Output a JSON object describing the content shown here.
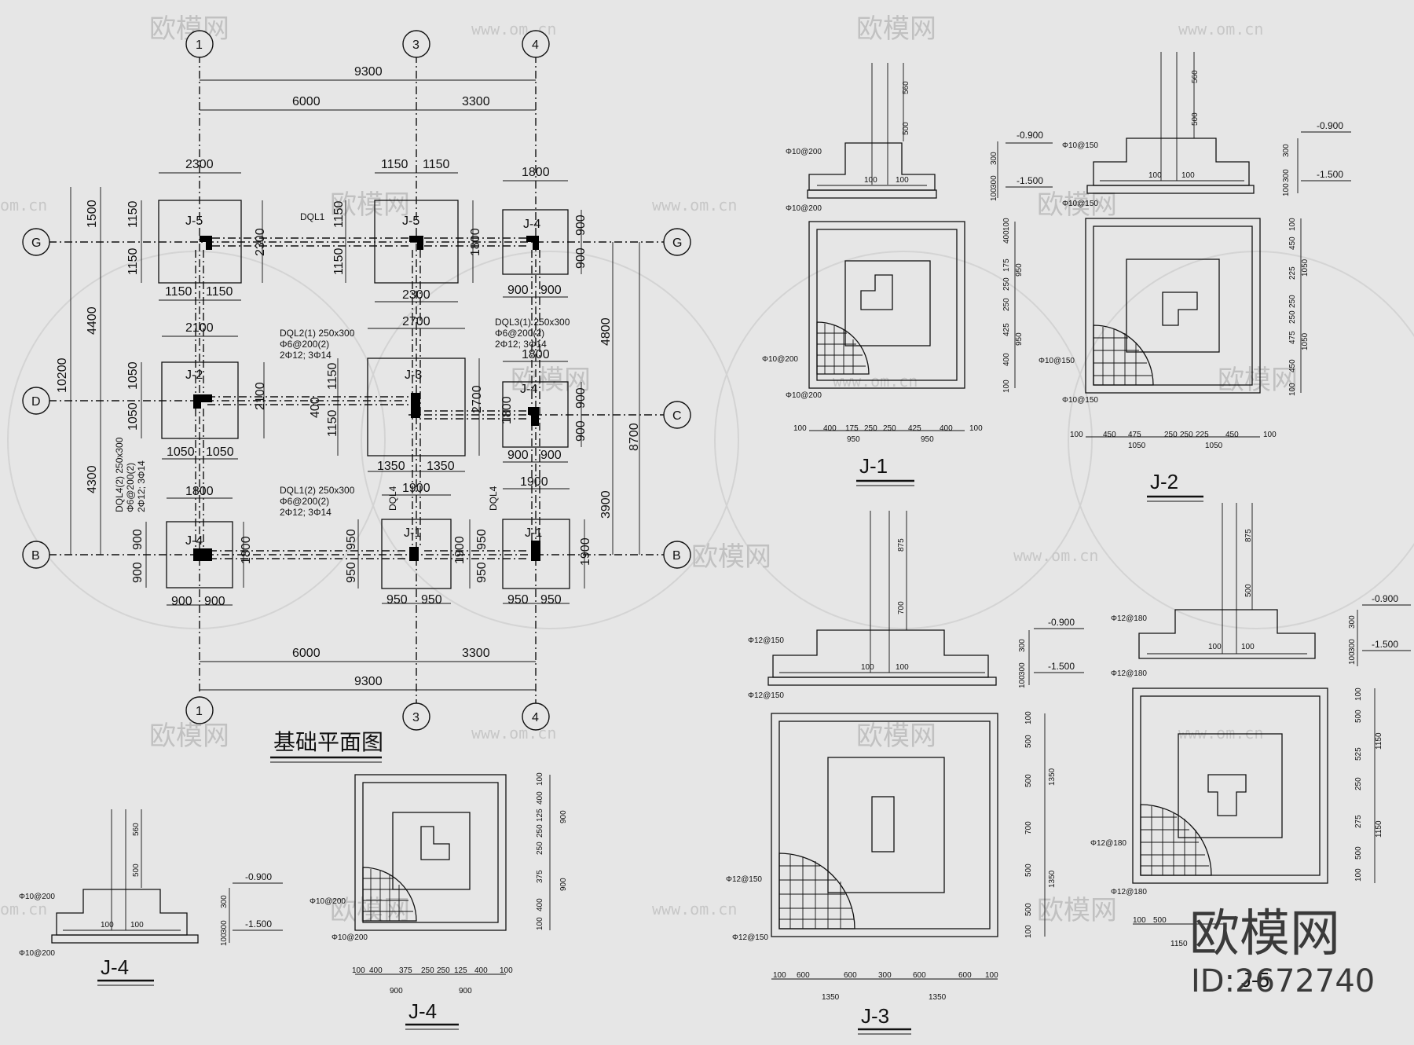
{
  "plan": {
    "title": "基础平面图",
    "axes": {
      "c1": "1",
      "c3": "3",
      "c4": "4",
      "rG": "G",
      "rD": "D",
      "rB": "B",
      "rC": "C"
    },
    "dims": {
      "total_x": "9300",
      "span_a": "6000",
      "span_b": "3300",
      "total_y": "10200",
      "y_upper": "4400",
      "y_lower": "4300",
      "top_ext": "1500",
      "r_upper": "4800",
      "r_total": "8700",
      "r_lower": "3900",
      "w2300": "2300",
      "w1150": "1150",
      "w1800": "1800",
      "w900": "900",
      "w2100": "2100",
      "w1050": "1050",
      "w2700": "2700",
      "w1350": "1350",
      "w1900": "1900",
      "w950": "950",
      "w400": "400"
    },
    "footings": {
      "j1": "J-1",
      "j2": "J-2",
      "j3": "J-3",
      "j4": "J-4",
      "j5": "J-5"
    },
    "beams": {
      "dql1": "DQL1",
      "dql2_a": "DQL2(1) 250x300",
      "dql2_b": "Φ6@200(2)",
      "dql2_c": "2Φ12; 3Φ14",
      "dql3_a": "DQL3(1) 250x300",
      "dql3_b": "Φ6@200(2)",
      "dql3_c": "2Φ12; 3Φ14",
      "dql1b_a": "DQL1(2) 250x300",
      "dql1b_b": "Φ6@200(2)",
      "dql1b_c": "2Φ12; 3Φ14",
      "dql4_a": "DQL4(2) 250x300",
      "dql4_b": "Φ6@200(2)",
      "dql4_c": "2Φ12; 3Φ14",
      "dql4": "DQL4"
    }
  },
  "details": {
    "j1": {
      "label": "J-1",
      "rebar": "Φ10@200",
      "elev_top": "-0.900",
      "elev_bot": "-1.500",
      "h560": "560",
      "h500": "500",
      "h300": "300",
      "h100": "100",
      "inner": [
        "100",
        "100"
      ],
      "side": [
        "100",
        "400",
        "425",
        "250",
        "250",
        "175",
        "400",
        "100"
      ],
      "side_sum": [
        "950",
        "950"
      ],
      "bottom": [
        "100",
        "400",
        "175",
        "250",
        "250",
        "425",
        "400",
        "100"
      ],
      "bottom_sum": [
        "950",
        "950"
      ]
    },
    "j2": {
      "label": "J-2",
      "rebar": "Φ10@150",
      "elev_top": "-0.900",
      "elev_bot": "-1.500",
      "h560": "560",
      "h500": "500",
      "h300": "300",
      "h100": "100",
      "inner": [
        "100",
        "100"
      ],
      "side": [
        "100",
        "450",
        "475",
        "250",
        "250",
        "225",
        "450",
        "100"
      ],
      "side_sum": [
        "1050",
        "1050"
      ],
      "bottom": [
        "100",
        "450",
        "475",
        "250",
        "250",
        "225",
        "450",
        "100"
      ],
      "bottom_sum": [
        "1050",
        "1050"
      ]
    },
    "j3": {
      "label": "J-3",
      "rebar": "Φ12@150",
      "elev_top": "-0.900",
      "elev_bot": "-1.500",
      "h875": "875",
      "h700": "700",
      "h300": "300",
      "h100": "100",
      "inner": [
        "100",
        "100"
      ],
      "side": [
        "100",
        "500",
        "500",
        "700",
        "500",
        "500",
        "100"
      ],
      "side_sum": [
        "1350",
        "1350"
      ],
      "bottom": [
        "100",
        "600",
        "600",
        "300",
        "600",
        "600",
        "100"
      ],
      "bottom_sum": [
        "1350",
        "1350"
      ]
    },
    "j4": {
      "label": "J-4",
      "rebar": "Φ10@200",
      "elev_top": "-0.900",
      "elev_bot": "-1.500",
      "h560": "560",
      "h500": "500",
      "h300": "300",
      "h100": "100",
      "inner": [
        "100",
        "100"
      ],
      "side": [
        "100",
        "400",
        "125",
        "250",
        "250",
        "375",
        "400",
        "100"
      ],
      "side_sum": [
        "900",
        "900"
      ],
      "bottom": [
        "100",
        "400",
        "375",
        "250",
        "250",
        "125",
        "400",
        "100"
      ],
      "bottom_sum": [
        "900",
        "900"
      ]
    },
    "j5": {
      "label": "J-5",
      "rebar": "Φ12@180",
      "elev_top": "-0.900",
      "elev_bot": "-1.500",
      "h875": "875",
      "h500": "500",
      "h300": "300",
      "h100": "100",
      "inner": [
        "100",
        "100"
      ],
      "side": [
        "100",
        "500",
        "525",
        "250",
        "275",
        "500",
        "100"
      ],
      "side_sum": [
        "1150",
        "1150"
      ],
      "bottom": [
        "100",
        "500"
      ],
      "bottom_sum": [
        "1150"
      ]
    }
  },
  "watermark": {
    "brand_small": "欧模网",
    "site": "www.om.cn",
    "site_short": "om.cn"
  },
  "brand": {
    "name": "欧模网",
    "id": "ID:2672740"
  }
}
